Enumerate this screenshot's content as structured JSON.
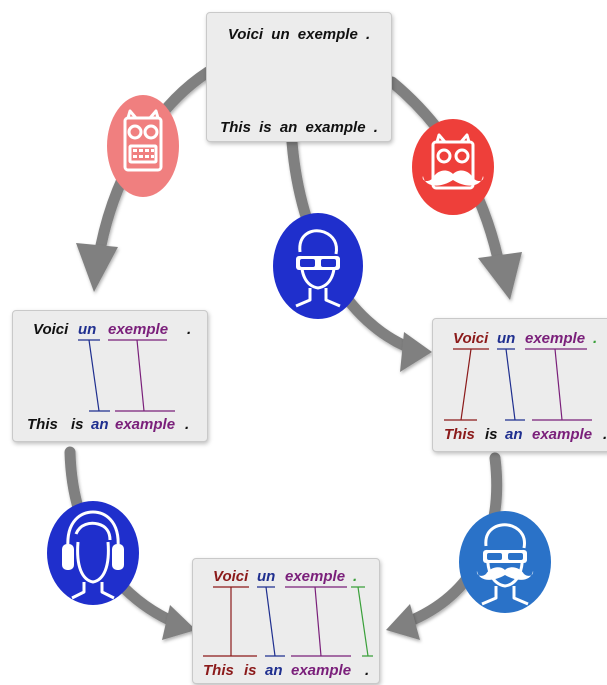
{
  "colors": {
    "red": "#8b1a1a",
    "blue": "#1f2f8f",
    "purple": "#7a1f7a",
    "green": "#3aa03a",
    "black": "#111111",
    "robot_pink": "#f07f7f",
    "robot_red": "#ee3f3a",
    "head_blue": "#1f2fcc",
    "head_mid_blue": "#2a72c8",
    "arrow_gray": "#808080"
  },
  "icons": {
    "plain_robot": "robot-icon",
    "mustache_robot": "mustache-robot-icon",
    "goggles_person": "goggles-person-icon",
    "headphones_person": "headphones-person-icon",
    "mustache_person": "mustache-person-icon"
  },
  "sentences": {
    "source": {
      "w1": "Voici",
      "w2": "un",
      "w3": "exemple",
      "w4": "."
    },
    "target": {
      "w1": "This",
      "w2": "is",
      "w3": "an",
      "w4": "example",
      "w5": "."
    }
  }
}
